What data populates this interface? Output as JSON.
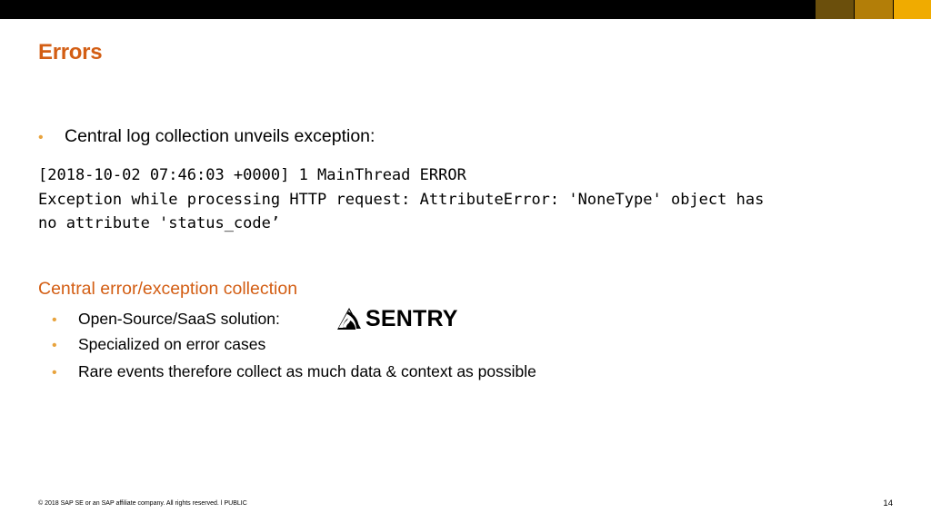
{
  "colors": {
    "accent_orange": "#D35E14",
    "bullet_gold": "#E8A33D",
    "bar_black": "#000000",
    "bar_gold_dark": "#6B4F0C",
    "bar_gold_mid": "#B37E08",
    "bar_gold_light": "#F0AB00"
  },
  "slide": {
    "title": "Errors",
    "bullet_1": "Central log collection unveils exception:",
    "code_lines": [
      "[2018-10-02 07:46:03 +0000] 1 MainThread ERROR",
      "Exception while processing HTTP request: AttributeError: 'NoneType' object has",
      "no attribute 'status_code’"
    ],
    "section_heading": "Central error/exception collection",
    "sub_bullets": [
      "Open-Source/SaaS solution:",
      "Specialized on error cases",
      "Rare events therefore collect as much data & context as possible"
    ],
    "bullet_glyph": "•",
    "logo": {
      "icon": "sentry-logo-icon",
      "wordmark": "SENTRY"
    }
  },
  "footer": {
    "copyright": "© 2018 SAP SE or an SAP affiliate company. All rights reserved.   ǀ   PUBLIC",
    "page_number": "14"
  }
}
